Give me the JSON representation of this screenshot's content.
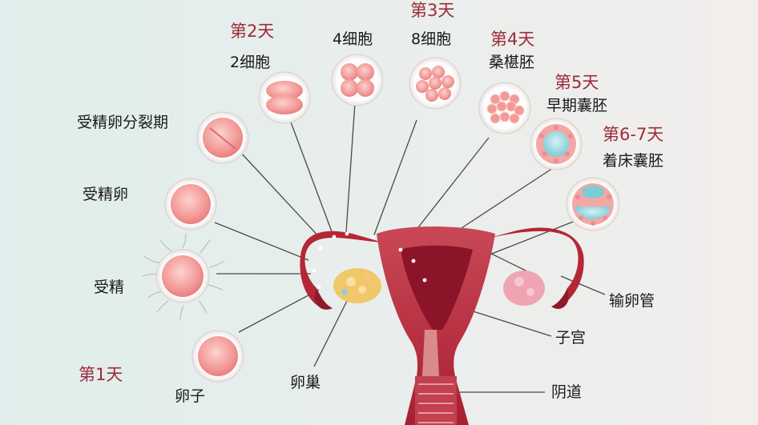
{
  "colors": {
    "background_left": "#dfeeec",
    "background_right": "#f1eeec",
    "day_text": "#9d2b3a",
    "label_text": "#1a1a1a",
    "uterus": "#b8263a",
    "cell_pink": "#f4a8a6",
    "blastocyst_teal": "#8fd4dc",
    "leader_line": "#4a4a4a"
  },
  "days": {
    "day1": "第1天",
    "day2": "第2天",
    "day3": "第3天",
    "day4": "第4天",
    "day5": "第5天",
    "day67": "第6-7天"
  },
  "stages": {
    "egg": "卵子",
    "fertilization": "受精",
    "zygote": "受精卵",
    "cleavage": "受精卵分裂期",
    "cell2": "2细胞",
    "cell4": "4细胞",
    "cell8": "8细胞",
    "morula": "桑椹胚",
    "early_blastocyst": "早期囊胚",
    "implanting_blastocyst": "着床囊胚"
  },
  "anatomy": {
    "ovary": "卵巢",
    "fallopian_tube": "输卵管",
    "uterus": "子宫",
    "vagina": "阴道"
  }
}
